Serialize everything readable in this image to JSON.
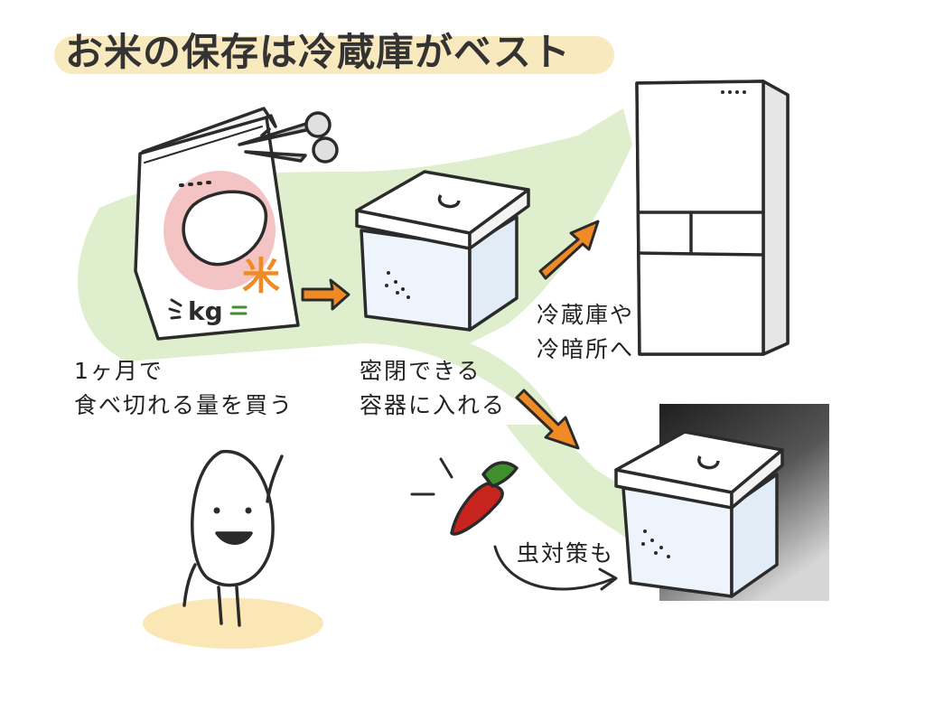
{
  "title": "お米の保存は冷蔵庫がベスト",
  "steps": [
    {
      "lines": [
        "1ヶ月で",
        "食べ切れる量を買う"
      ]
    },
    {
      "lines": [
        "密閉できる",
        "容器に入れる"
      ]
    },
    {
      "lines": [
        "冷蔵庫や",
        "冷暗所へ"
      ]
    },
    {
      "lines": [
        "虫対策も"
      ]
    }
  ],
  "bag_label": "kg",
  "bag_kanji": "米",
  "colors": {
    "flow": "#dfeecd",
    "title_highlight": "#f9e9bf",
    "arrow": "#f08a24",
    "bag_circle": "#f4c3c3",
    "kanji": "#f08a24",
    "chili": "#c8241e",
    "chili_stem": "#3f8f2d",
    "dark_panel": "#2b2b2b",
    "ground": "#fbe6b5"
  },
  "icons": [
    "rice-bag-icon",
    "scissors-icon",
    "container-icon",
    "refrigerator-icon",
    "chili-pepper-icon",
    "rice-grain-character-icon",
    "arrow-right-icon"
  ]
}
